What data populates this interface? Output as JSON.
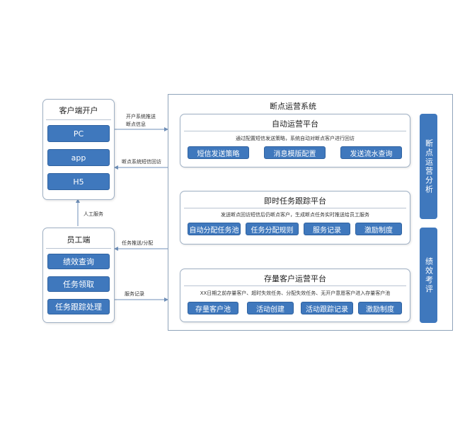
{
  "client": {
    "title": "客户端开户",
    "items": [
      "PC",
      "app",
      "H5"
    ]
  },
  "staff": {
    "title": "员工端",
    "items": [
      "绩效查询",
      "任务领取",
      "任务跟踪处理"
    ]
  },
  "system": {
    "title": "断点运营系统"
  },
  "platforms": [
    {
      "title": "自动运营平台",
      "desc": "通过配置短信发送策略，系统自动对断点客户进行回访",
      "items": [
        "短信发送策略",
        "消息模版配置",
        "发送流水查询"
      ]
    },
    {
      "title": "即时任务跟踪平台",
      "desc": "发送断点回访短信后仍断点客户，生成断点任务实时推送给员工服务",
      "items": [
        "自动分配任务池",
        "任务分配规则",
        "服务记录",
        "激励制度"
      ]
    },
    {
      "title": "存量客户运营平台",
      "desc": "XX日期之前存量客户、超时失效任务、分配失效任务、无开户意愿客户进入存量客户池",
      "items": [
        "存量客户池",
        "活动创建",
        "活动跟踪记录",
        "激励制度"
      ]
    }
  ],
  "side": {
    "analysis": "断点运营分析",
    "evaluation": "绩效考评"
  },
  "labels": {
    "push_line1": "开户系统推送",
    "push_line2": "断点信息",
    "sms_visit": "断点系统短信回访",
    "manual": "人工服务",
    "task_push": "任务推送/分配",
    "service_record": "服务记录"
  },
  "colors": {
    "accent": "#3f78bd",
    "border": "#9fb0c4",
    "arrow": "#6f8fb8"
  }
}
